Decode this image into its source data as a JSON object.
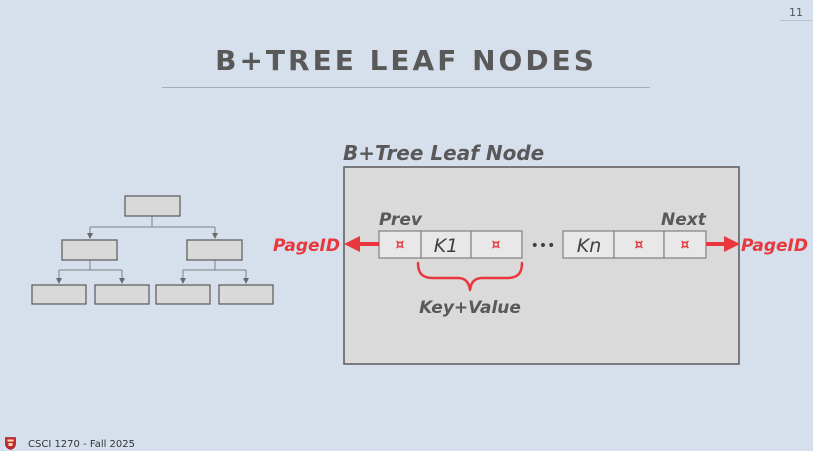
{
  "slide": {
    "number": "11",
    "title": "B+TREE LEAF NODES",
    "footer": "CSCI 1270 - Fall 2025"
  },
  "diagram": {
    "panel_title": "B+Tree Leaf Node",
    "prev_label": "Prev",
    "next_label": "Next",
    "left_pointer_label": "PageID",
    "right_pointer_label": "PageID",
    "first_key": "K1",
    "last_key": "Kn",
    "pointer_glyph": "¤",
    "brace_label": "Key+Value",
    "ellipsis": "•••"
  },
  "colors": {
    "accent": "#e8383d",
    "background": "#d6e0ed",
    "panel_fill": "#dadada",
    "cell_fill": "#e8e8e8",
    "title_text": "#595959"
  }
}
